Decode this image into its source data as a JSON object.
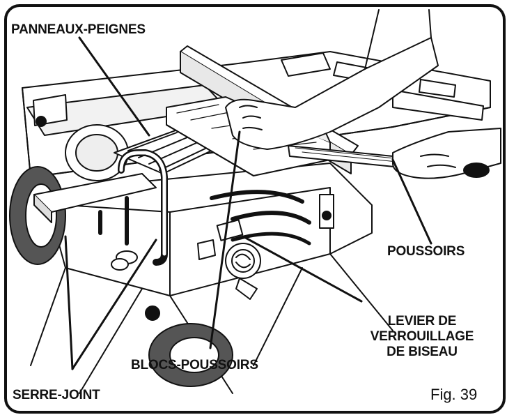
{
  "labels": {
    "panneaux_peignes": "PANNEAUX-PEIGNES",
    "poussoirs": "POUSSOIRS",
    "levier_line1": "LEVIER DE",
    "levier_line2": "VERROUILLAGE",
    "levier_line3": "DE BISEAU",
    "blocs_poussoirs": "BLOCS-POUSSOIRS",
    "serre_joint": "SERRE-JOINT"
  },
  "figure_number": "Fig. 39"
}
